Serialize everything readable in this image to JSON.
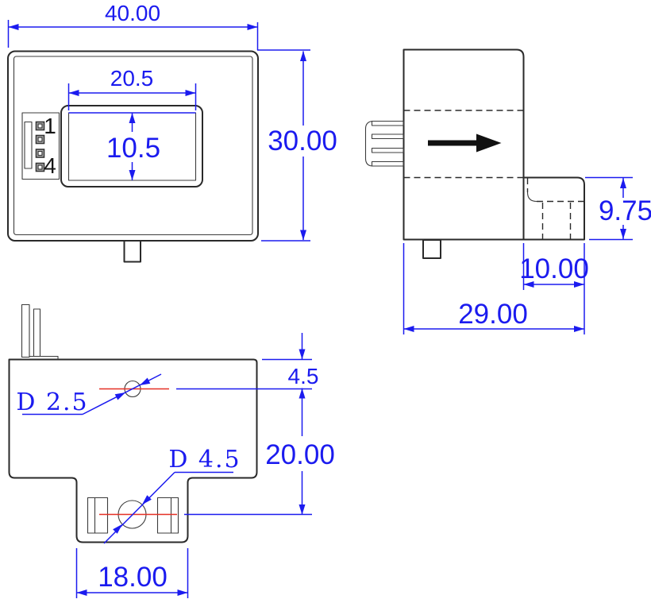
{
  "drawing": {
    "kind": "engineering-dimension-drawing",
    "views": {
      "front": {
        "overall_width": "40.00",
        "overall_height": "30.00",
        "window_width": "20.5",
        "window_height": "10.5",
        "pin_top": "1",
        "pin_bottom": "4"
      },
      "side": {
        "overall_depth": "29.00",
        "foot_width": "10.00",
        "foot_height": "9.75"
      },
      "bottom": {
        "hole_top_offset": "4.5",
        "hole_spacing": "20.00",
        "boss_width": "18.00",
        "small_hole_dia": "D 2.5",
        "large_hole_dia": "D 4.5"
      }
    },
    "colors": {
      "dimension_blue": "#1b1bef",
      "centerline_red": "#e53026",
      "outline_black": "#2a2a2a",
      "background": "#ffffff"
    }
  }
}
